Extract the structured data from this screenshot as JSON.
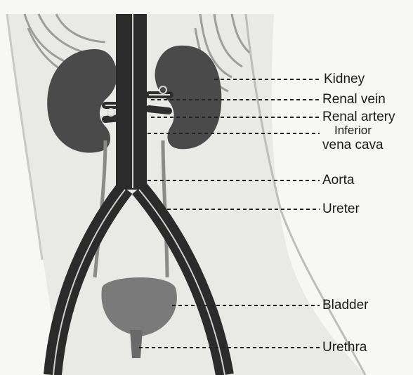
{
  "labels": {
    "kidney": "Kidney",
    "renal_vein": "Renal vein",
    "renal_artery": "Renal artery",
    "ivc_line1": "Inferior",
    "ivc_line2": "vena cava",
    "aorta": "Aorta",
    "ureter": "Ureter",
    "bladder": "Bladder",
    "urethra": "Urethra"
  },
  "colors": {
    "background": "#f7f7f5",
    "vessel": "#2b2b2b",
    "kidney": "#4a4a4a",
    "bladder": "#7a7a7a",
    "leader": "#222222"
  }
}
